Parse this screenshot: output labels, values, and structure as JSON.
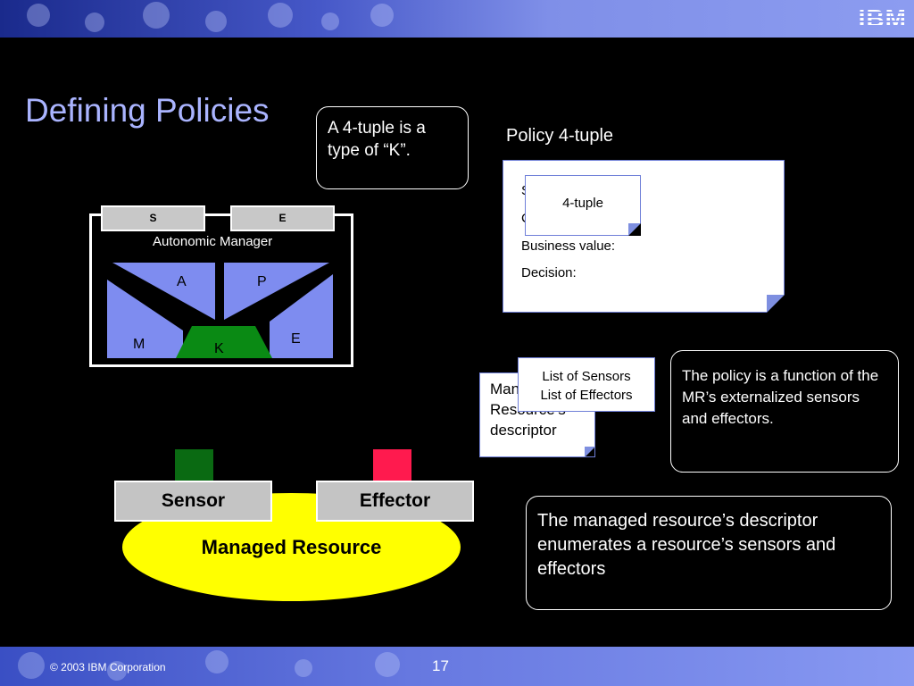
{
  "header": {
    "logo_text": "IBM"
  },
  "slide": {
    "title": "Defining Policies"
  },
  "callouts": {
    "four_tuple": "A 4-tuple is a type of “K”.",
    "policy_function": "The policy is a function of the MR’s externalized sensors and effectors.",
    "descriptor": "The managed resource’s descriptor enumerates a resource’s sensors and effectors"
  },
  "policy": {
    "heading": "Policy 4-tuple",
    "rows": [
      "S",
      "C",
      "Business value:",
      "Decision:"
    ],
    "overlay_note": "4-tuple"
  },
  "descriptor_note": {
    "lines": [
      "Managed",
      "Resource’s",
      "descriptor"
    ],
    "overlay_lines": [
      "List of Sensors",
      "List of Effectors"
    ]
  },
  "autonomic_manager": {
    "label": "Autonomic Manager",
    "tab_s": "S",
    "tab_e": "E",
    "segments": {
      "m": "M",
      "a": "A",
      "p": "P",
      "e": "E",
      "k": "K"
    },
    "colors": {
      "blue": "#7e8cf0",
      "green": "#0a8a14"
    }
  },
  "managed_resource": {
    "label": "Managed Resource",
    "sensor": "Sensor",
    "effector": "Effector",
    "colors": {
      "ellipse": "#ffff00",
      "sensor_connector": "#0a6a12",
      "effector_connector": "#ff1a4e"
    }
  },
  "footer": {
    "copyright": "© 2003 IBM Corporation",
    "page_number": "17"
  }
}
